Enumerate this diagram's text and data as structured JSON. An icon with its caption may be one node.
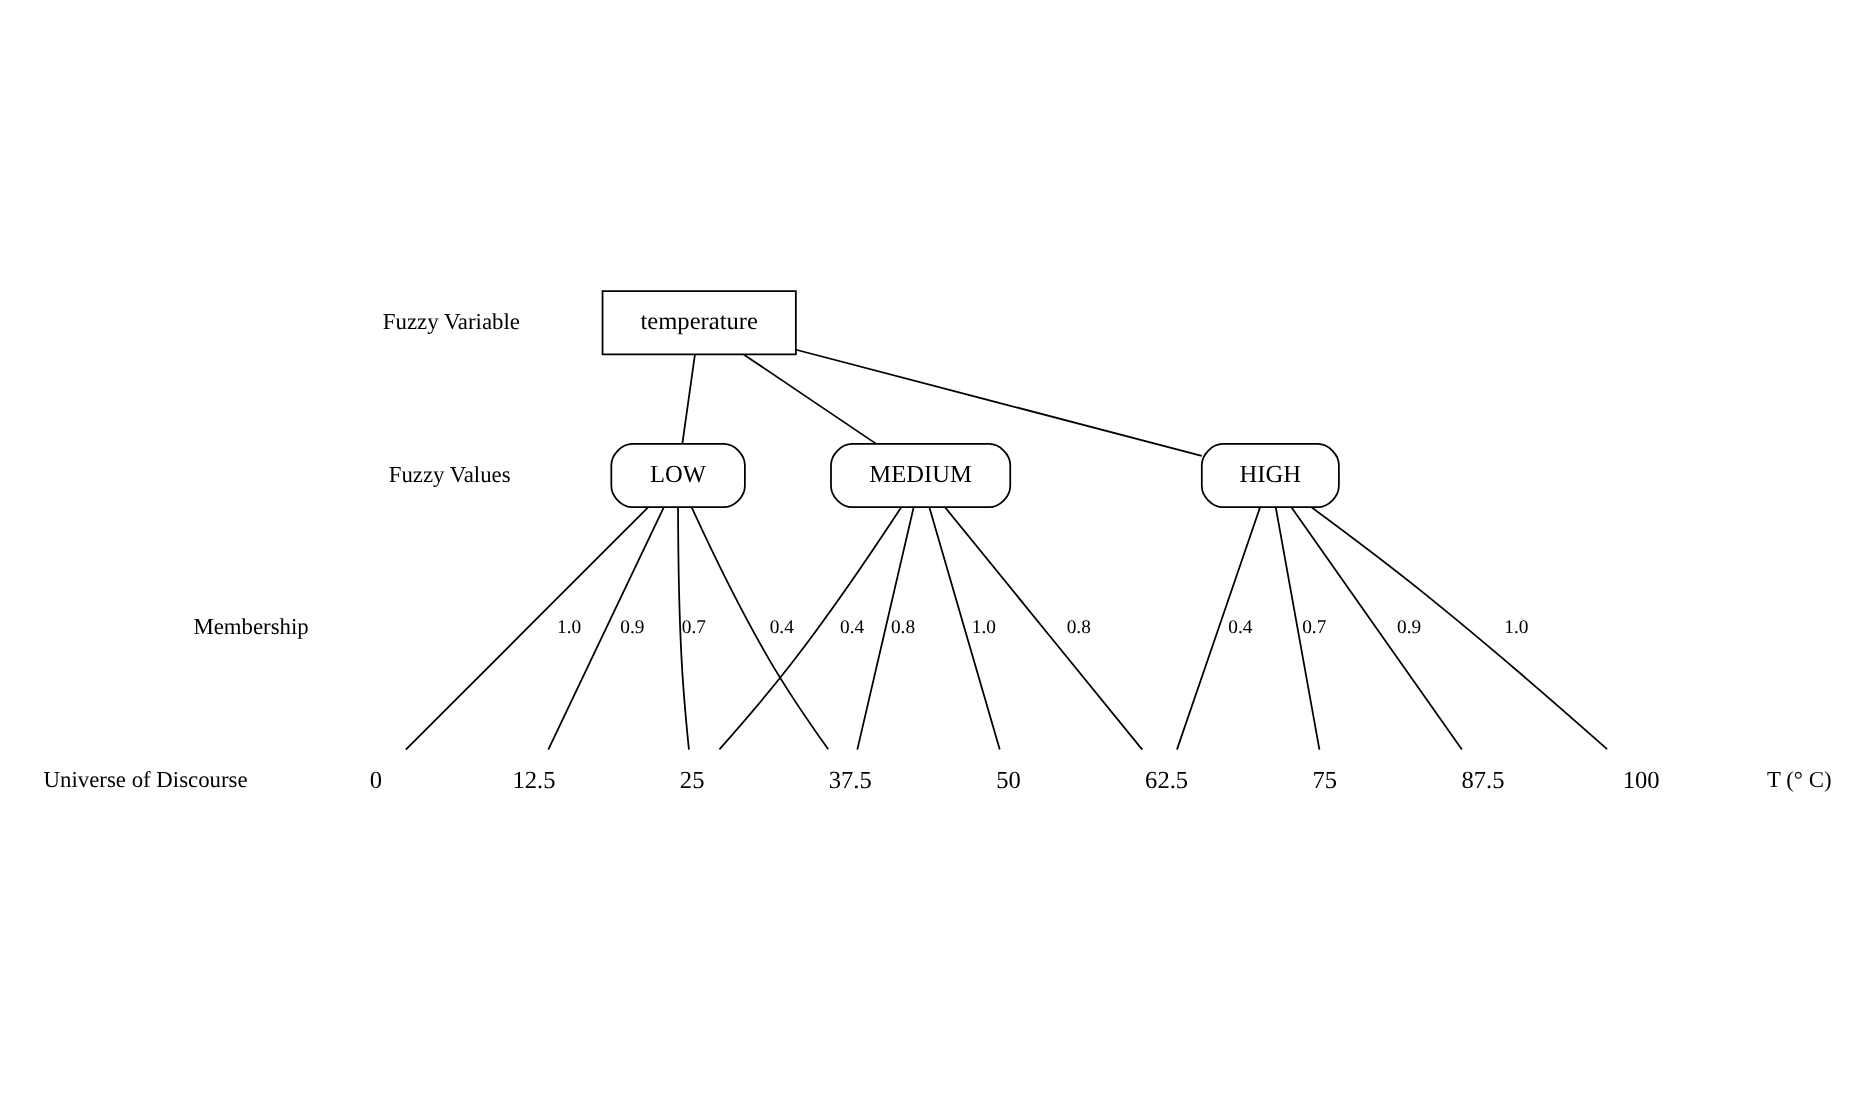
{
  "diagram": {
    "nodes": [
      {
        "text": [
          "temperature"
        ]
      },
      {
        "text": [
          "LOW"
        ]
      },
      {
        "text": [
          "MEDIUM"
        ]
      },
      {
        "text": [
          "HIGH"
        ]
      },
      {
        "text": [
          "0"
        ]
      },
      {
        "text": [
          "12.5"
        ]
      },
      {
        "text": [
          "25"
        ]
      },
      {
        "text": [
          "37.5"
        ]
      },
      {
        "text": [
          "50"
        ]
      },
      {
        "text": [
          "62.5"
        ]
      },
      {
        "text": [
          "75"
        ]
      },
      {
        "text": [
          "87.5"
        ]
      },
      {
        "text": [
          "100"
        ]
      }
    ],
    "edges": [
      {
        "from": 0,
        "to": 1,
        "arrow": "none"
      },
      {
        "from": 0,
        "to": 2,
        "arrow": "none"
      },
      {
        "from": 0,
        "to": 3,
        "arrow": "none"
      },
      {
        "from": 1,
        "to": 4,
        "arrow": "none",
        "label": "1.0"
      },
      {
        "from": 1,
        "to": 5,
        "arrow": "none",
        "label": "0.9"
      },
      {
        "from": 1,
        "to": 6,
        "arrow": "none",
        "label": "0.7"
      },
      {
        "from": 1,
        "to": 7,
        "arrow": "none",
        "label": "0.4"
      },
      {
        "from": 2,
        "to": 6,
        "arrow": "none",
        "label": "0.4"
      },
      {
        "from": 2,
        "to": 7,
        "arrow": "none",
        "label": "0.8"
      },
      {
        "from": 2,
        "to": 8,
        "arrow": "none",
        "label": "1.0"
      },
      {
        "from": 2,
        "to": 9,
        "arrow": "none",
        "label": "0.8"
      },
      {
        "from": 3,
        "to": 9,
        "arrow": "none",
        "label": "0.4"
      },
      {
        "from": 3,
        "to": 10,
        "arrow": "none",
        "label": "0.7"
      },
      {
        "from": 3,
        "to": 11,
        "arrow": "none",
        "label": "0.9"
      },
      {
        "from": 3,
        "to": 12,
        "arrow": "none",
        "label": "1.0"
      }
    ],
    "labels": [
      "Fuzzy Variable",
      "Fuzzy Values",
      "Membership",
      "Universe of Discourse",
      "T (° C)"
    ]
  }
}
